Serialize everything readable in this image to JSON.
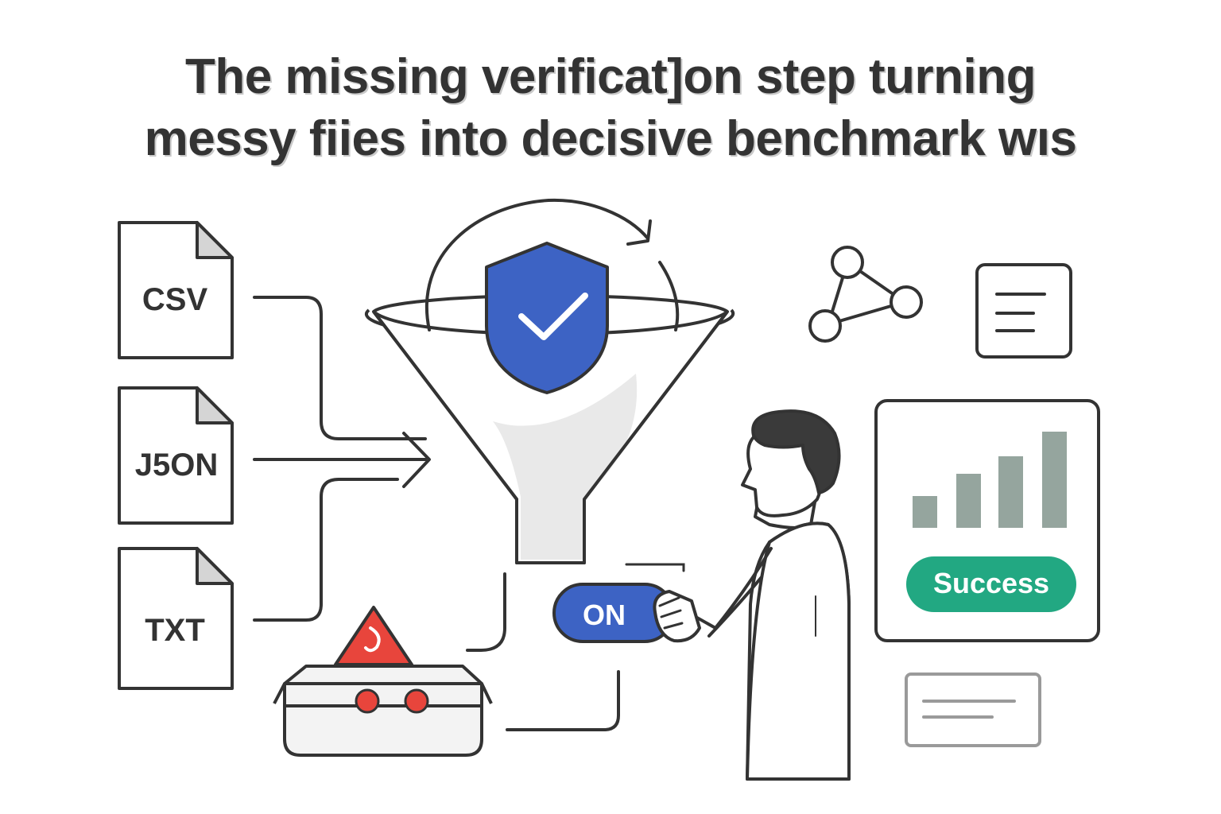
{
  "title": {
    "line1": "The missing verificat]on step turning",
    "line2": "messy fiies into decisive benchmark wıs"
  },
  "files": [
    {
      "label": "CSV",
      "icon": "csv-file-icon"
    },
    {
      "label": "J5ON",
      "icon": "json-file-icon"
    },
    {
      "label": "TXT",
      "icon": "txt-file-icon"
    }
  ],
  "toggle": {
    "label": "ON",
    "color": "#3d63c4"
  },
  "status": {
    "label": "Success",
    "color": "#22a882"
  },
  "icons": {
    "funnel": "funnel-icon",
    "shield": "shield-check-icon",
    "warning": "warning-triangle-icon",
    "tray": "error-tray-icon",
    "graph": "network-graph-icon",
    "document": "document-lines-icon",
    "chart": "bar-chart-icon",
    "note": "note-card-icon",
    "person": "person-illustration"
  },
  "colors": {
    "shield": "#3d63c4",
    "warning": "#e8453c",
    "bars": "#95a59e",
    "outline": "#333333"
  }
}
